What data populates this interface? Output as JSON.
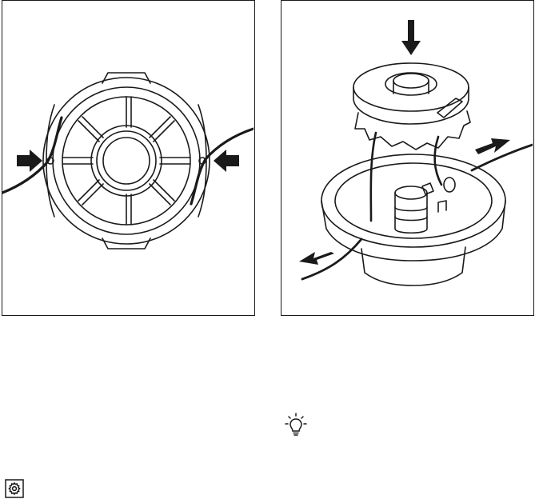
{
  "figures": [
    {
      "id": "spool-top-view",
      "icon": "trimmer-spool-top-view"
    },
    {
      "id": "spool-assembly",
      "icon": "trimmer-spool-insertion"
    }
  ],
  "icons": {
    "tip": "lightbulb-icon",
    "settings": "gear-icon"
  },
  "colors": {
    "ink": "#1a1a1a",
    "background": "#ffffff"
  }
}
